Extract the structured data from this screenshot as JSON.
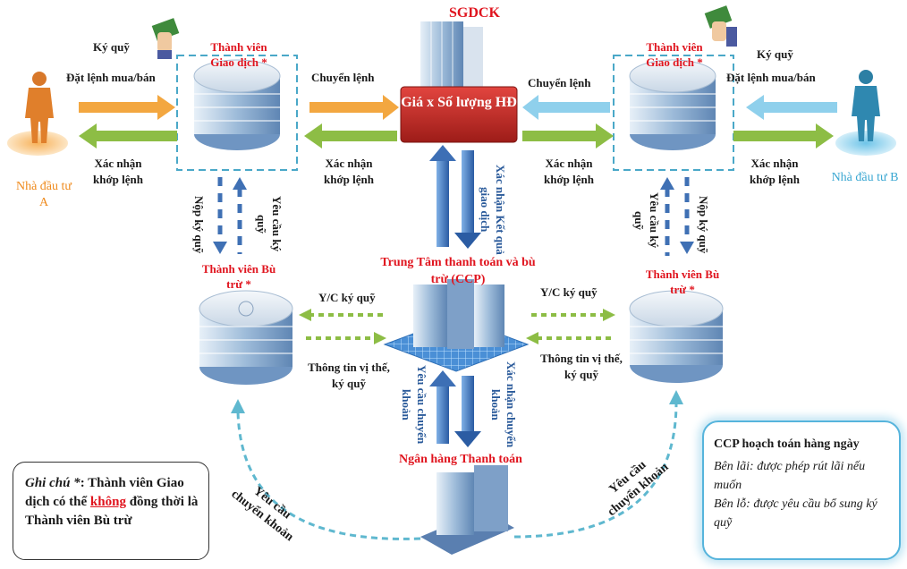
{
  "title": "SGDCK",
  "center_box": "Giá x Số lượng HĐ",
  "investor_a": "Nhà đầu tư A",
  "investor_b": "Nhà đầu tư B",
  "trading_member_left": "Thành viên Giao dịch *",
  "trading_member_right": "Thành viên Giao dịch *",
  "clearing_member_left": "Thành viên Bù trừ *",
  "clearing_member_right": "Thành viên Bù trừ *",
  "ccp": "Trung Tâm thanh toán và bù trừ (CCP)",
  "bank": "Ngân hàng Thanh toán",
  "labels": {
    "ky_quy": "Ký quỹ",
    "dat_lenh_left": "Đặt lệnh mua/bán",
    "dat_lenh_right": "Đặt lệnh  mua/bán",
    "xac_nhan_khop_lenh": "Xác nhận khớp lệnh",
    "chuyen_lenh": "Chuyển lệnh",
    "nop_ky_quy": "Nộp ký quỹ",
    "yeu_cau_ky_quy": "Yêu cầu ký quỹ",
    "xac_nhan_ket_qua": "Xác nhận Kết quả giao dịch",
    "yc_ky_quy": "Y/C ký quỹ",
    "thong_tin_vi_the": "Thông tin vị thế, ký quỹ",
    "yeu_cau_chuyen_khoan": "Yêu cầu chuyển khoản",
    "xac_nhan_chuyen_khoan": "Xác nhận chuyển khoản"
  },
  "note": {
    "prefix": "Ghi chú *",
    "text_before": ": Thành viên Giao dịch có thể ",
    "emphasis": "không",
    "text_after": " đồng thời là Thành viên Bù trừ"
  },
  "ccp_box": {
    "heading": "CCP hoạch toán hàng ngày",
    "profit": "Bên lãi: được phép rút lãi nếu muốn",
    "loss": "Bên lỗ: được yêu cầu bổ sung ký quỹ"
  },
  "colors": {
    "orange": "#f3a740",
    "green": "#8dbd45",
    "light_blue": "#8fd0ec",
    "dark_blue": "#2f5f9e",
    "red": "#e0141e",
    "dashed_teal": "#5fb8cf"
  }
}
